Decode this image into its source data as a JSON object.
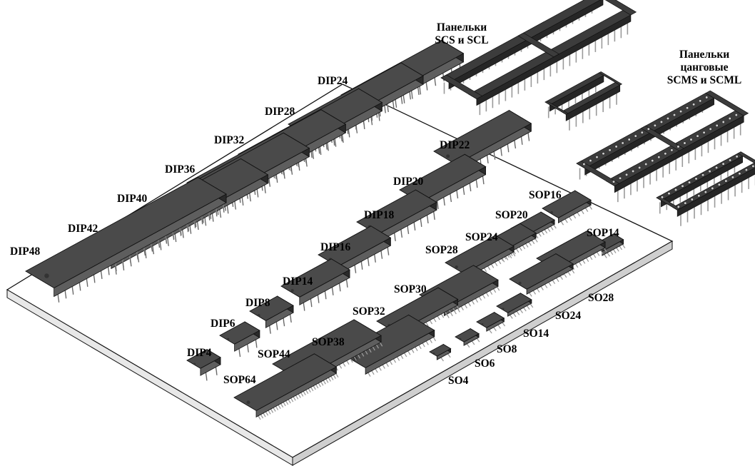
{
  "colors": {
    "background": "#ffffff",
    "board_top": "#ffffff",
    "board_edge": "#bfbfbf",
    "chip_top": "#4a4a4a",
    "chip_side": "#2a2a2a",
    "chip_front": "#5e5e5e",
    "lead": "#9a9a9a",
    "socket": "#3c3c3c",
    "socket_side": "#262626"
  },
  "dip_labels": [
    "DIP48",
    "DIP42",
    "DIP40",
    "DIP36",
    "DIP32",
    "DIP28",
    "DIP24",
    "DIP22",
    "DIP20",
    "DIP18",
    "DIP16",
    "DIP14",
    "DIP8",
    "DIP6",
    "DIP4"
  ],
  "sop_labels": [
    "SOP16",
    "SOP20",
    "SOP14",
    "SOP24",
    "SOP28",
    "SOP30",
    "SOP32",
    "SOP38",
    "SOP44",
    "SOP64"
  ],
  "so_labels": [
    "SO28",
    "SO24",
    "SO14",
    "SO8",
    "SO6",
    "SO4"
  ],
  "socket_groups": [
    {
      "line1": "Панельки",
      "line2": "SCS и SCL"
    },
    {
      "line1": "Панельки",
      "line2": "цанговые",
      "line3": "SCMS и SCML"
    }
  ]
}
